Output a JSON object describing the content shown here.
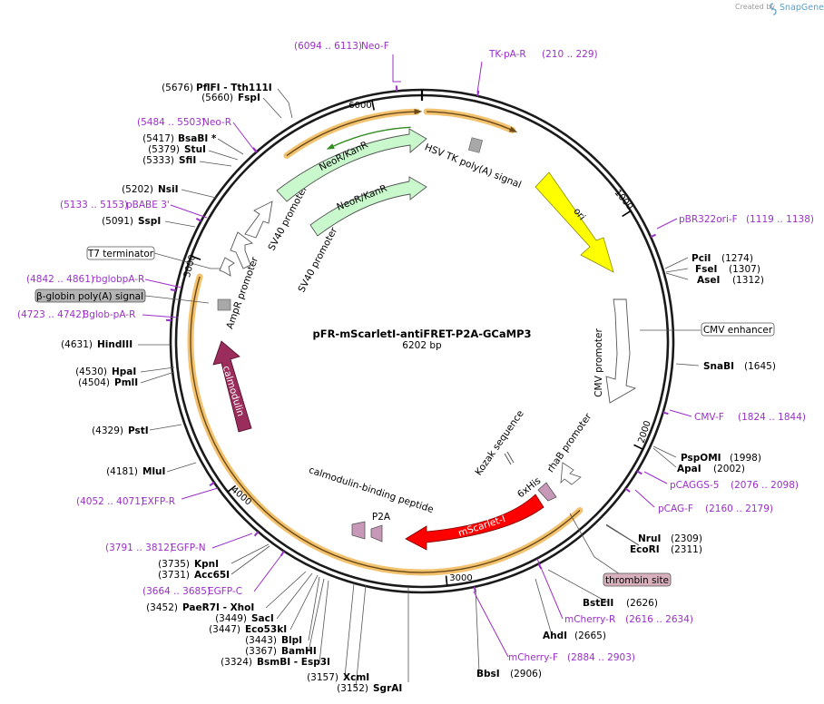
{
  "credit": {
    "created_by": "Created by",
    "brand": "SnapGene"
  },
  "plasmid": {
    "name": "pFR-mScarletI-antiFRET-P2A-GCaMP3",
    "length_label": "6202 bp",
    "length": 6202
  },
  "ticks": [
    {
      "pos": 1000,
      "label": "1000"
    },
    {
      "pos": 2000,
      "label": "2000"
    },
    {
      "pos": 3000,
      "label": "3000"
    },
    {
      "pos": 4000,
      "label": "4000"
    },
    {
      "pos": 5000,
      "label": "5000"
    },
    {
      "pos": 6000,
      "label": "6000"
    }
  ],
  "sites": [
    {
      "name": "PflFI",
      "suffix": " - Tth111I",
      "pos": "(5676)"
    },
    {
      "name": "FspI",
      "pos": "(5660)"
    },
    {
      "name": "BsaBI",
      "suffix": " *",
      "pos": "(5417)"
    },
    {
      "name": "StuI",
      "pos": "(5379)"
    },
    {
      "name": "SfiI",
      "pos": "(5333)"
    },
    {
      "name": "NsiI",
      "pos": "(5202)"
    },
    {
      "name": "SspI",
      "pos": "(5091)"
    },
    {
      "name": "HindIII",
      "pos": "(4631)"
    },
    {
      "name": "HpaI",
      "pos": "(4530)"
    },
    {
      "name": "PmlI",
      "pos": "(4504)"
    },
    {
      "name": "PstI",
      "pos": "(4329)"
    },
    {
      "name": "MluI",
      "pos": "(4181)"
    },
    {
      "name": "KpnI",
      "pos": "(3735)"
    },
    {
      "name": "Acc65I",
      "pos": "(3731)"
    },
    {
      "name": "PaeR7I",
      "suffix": " - XhoI",
      "pos": "(3452)"
    },
    {
      "name": "SacI",
      "pos": "(3449)"
    },
    {
      "name": "Eco53kI",
      "pos": "(3447)"
    },
    {
      "name": "BlpI",
      "pos": "(3443)"
    },
    {
      "name": "BamHI",
      "pos": "(3367)"
    },
    {
      "name": "BsmBI",
      "suffix": " - Esp3I",
      "pos": "(3324)"
    },
    {
      "name": "XcmI",
      "pos": "(3157)"
    },
    {
      "name": "SgrAI",
      "pos": "(3152)"
    },
    {
      "name": "BbsI",
      "pos": "(2906)"
    },
    {
      "name": "AhdI",
      "pos": "(2665)"
    },
    {
      "name": "BstEII",
      "pos": "(2626)"
    },
    {
      "name": "EcoRI",
      "pos": "(2311)"
    },
    {
      "name": "NruI",
      "pos": "(2309)"
    },
    {
      "name": "ApaI",
      "pos": "(2002)"
    },
    {
      "name": "PspOMI",
      "pos": "(1998)"
    },
    {
      "name": "SnaBI",
      "pos": "(1645)"
    },
    {
      "name": "AseI",
      "pos": "(1312)"
    },
    {
      "name": "FseI",
      "pos": "(1307)"
    },
    {
      "name": "PciI",
      "pos": "(1274)"
    }
  ],
  "primers": [
    {
      "name": "Neo-F",
      "range": "(6094 .. 6113)"
    },
    {
      "name": "TK-pA-R",
      "range": "(210 .. 229)"
    },
    {
      "name": "pBR322ori-F",
      "range": "(1119 .. 1138)"
    },
    {
      "name": "CMV-F",
      "range": "(1824 .. 1844)"
    },
    {
      "name": "pCAGGS-5",
      "range": "(2076 .. 2098)"
    },
    {
      "name": "pCAG-F",
      "range": "(2160 .. 2179)"
    },
    {
      "name": "mCherry-R",
      "range": "(2616 .. 2634)"
    },
    {
      "name": "mCherry-F",
      "range": "(2884 .. 2903)"
    },
    {
      "name": "EGFP-C",
      "range": "(3664 .. 3685)"
    },
    {
      "name": "EGFP-N",
      "range": "(3791 .. 3812)"
    },
    {
      "name": "EXFP-R",
      "range": "(4052 .. 4071)"
    },
    {
      "name": "Bglob-pA-R",
      "range": "(4723 .. 4742)"
    },
    {
      "name": "rbglobpA-R",
      "range": "(4842 .. 4861)"
    },
    {
      "name": "pBABE 3'",
      "range": "(5133 .. 5153)"
    },
    {
      "name": "Neo-R",
      "range": "(5484 .. 5503)"
    }
  ],
  "boxed_features": [
    {
      "name": "CMV enhancer",
      "fill": "#ffffff"
    },
    {
      "name": "thrombin site",
      "fill": "#d8b0bc"
    },
    {
      "name": "T7 terminator",
      "fill": "#ffffff"
    },
    {
      "name": "β-globin poly(A) signal",
      "fill": "#b4b4b4"
    }
  ],
  "features": {
    "hsv_tk_polya": "HSV TK poly(A) signal",
    "ori": "ori",
    "cmv_promoter": "CMV promoter",
    "rhab_promoter": "rhaB promoter",
    "kozak": "Kozak sequence",
    "his6": "6xHis",
    "mscarlet": "mScarlet-I",
    "p2a": "P2A",
    "cbp": "calmodulin-binding peptide",
    "calmodulin": "calmodulin",
    "ampr_promoter": "AmpR promoter",
    "sv40_promoter_1": "SV40 promoter",
    "sv40_promoter_2": "SV40 promoter",
    "neokanr_1": "NeoR/KanR",
    "neokanr_2": "NeoR/KanR"
  },
  "colors": {
    "backbone": "#1a1a1a",
    "ori": "#ffff00",
    "neokanr": "#c8f8cc",
    "mscarlet": "#ff0000",
    "calmodulin": "#9a2d5c",
    "p2a": "#c898b8",
    "cmv_promoter": "#ffffff",
    "primer": "#9b2fc9",
    "orf_highlight": "#f3c26e",
    "orf_line": "#6b4a1a",
    "orf_green": "#2f8c1e"
  }
}
